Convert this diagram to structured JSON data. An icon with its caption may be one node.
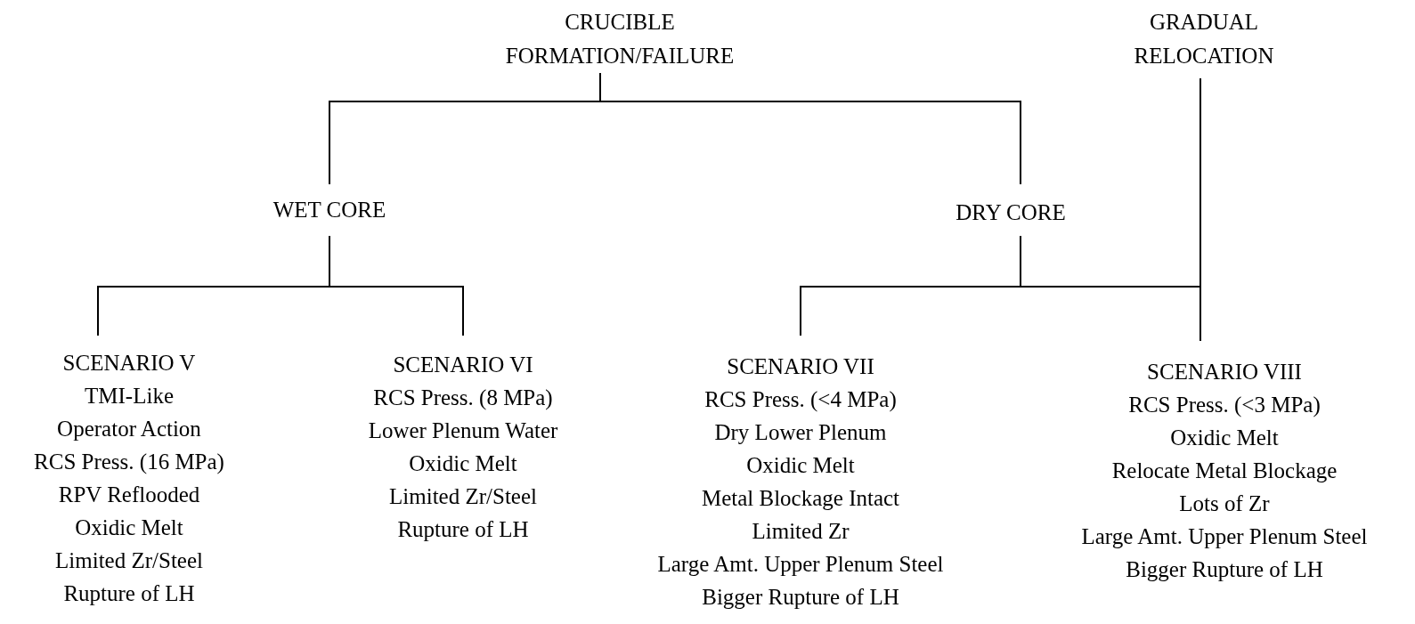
{
  "diagram": {
    "nodes": [
      {
        "text": [
          "CRUCIBLE FORMATION/FAILURE"
        ]
      },
      {
        "text": [
          "GRADUAL RELOCATION"
        ]
      },
      {
        "text": [
          "WET CORE"
        ]
      },
      {
        "text": [
          "DRY CORE"
        ]
      },
      {
        "text": [
          "SCENARIO V",
          "TMI-Like",
          "Operator Action",
          "RCS Press. (16  MPa)",
          "RPV Reflooded",
          "Oxidic Melt",
          "Limited Zr/Steel",
          "Rupture of LH"
        ]
      },
      {
        "text": [
          "SCENARIO VI",
          "RCS Press. (8 MPa)",
          "Lower Plenum Water",
          "Oxidic Melt",
          "Limited Zr/Steel",
          "Rupture of LH"
        ]
      },
      {
        "text": [
          "SCENARIO VII",
          "RCS Press. (<4 MPa)",
          "Dry Lower Plenum",
          "Oxidic Melt",
          "Metal Blockage Intact",
          "Limited Zr",
          "Large Amt. Upper Plenum Steel",
          "Bigger Rupture of LH"
        ]
      },
      {
        "text": [
          "SCENARIO VIII",
          "RCS Press. (<3 MPa)",
          "Oxidic Melt",
          "Relocate Metal Blockage",
          "Lots of Zr",
          "Large Amt. Upper Plenum Steel",
          "Bigger Rupture of LH"
        ]
      }
    ],
    "edges": [
      {
        "from": 0,
        "to": 2,
        "arrow": "none"
      },
      {
        "from": 0,
        "to": 3,
        "arrow": "none"
      },
      {
        "from": 2,
        "to": 4,
        "arrow": "none"
      },
      {
        "from": 2,
        "to": 5,
        "arrow": "none"
      },
      {
        "from": 3,
        "to": 6,
        "arrow": "none"
      },
      {
        "from": 3,
        "to": 7,
        "arrow": "none"
      },
      {
        "from": 1,
        "to": 7,
        "arrow": "none"
      }
    ]
  }
}
